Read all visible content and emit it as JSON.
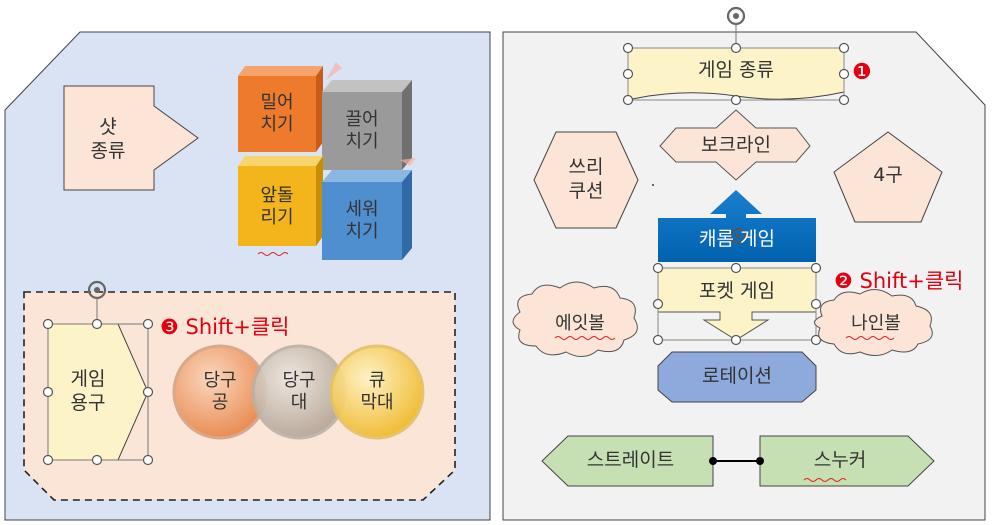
{
  "left_panel": {
    "shot_types": "샷\n종류",
    "cubes": [
      {
        "label": "밀어\n치기",
        "color": "#ee7a2c"
      },
      {
        "label": "끌어\n치기",
        "color": "#9a9a9a"
      },
      {
        "label": "앞돌\n리기",
        "color": "#f3b51b"
      },
      {
        "label": "세워\n치기",
        "color": "#4f8fcf"
      }
    ],
    "game_tools": "게임\n용구",
    "circles": [
      {
        "label": "당구\n공",
        "color": "#f0a070"
      },
      {
        "label": "당구\n대",
        "color": "#c8b8ac"
      },
      {
        "label": "큐\n막대",
        "color": "#f5cf55"
      }
    ],
    "marker3": "❸ Shift+클릭"
  },
  "right_panel": {
    "game_types": "게임 종류",
    "marker1": "❶",
    "boklain": "보크라인",
    "three_cushion": "쓰리\n쿠션",
    "four_ball": "4구",
    "carom": "캐롬 게임",
    "pocket": "포켓 게임",
    "marker2": "❷ Shift+클릭",
    "eight_ball": "에잇볼",
    "nine_ball": "나인볼",
    "rotation": "로테이션",
    "straight": "스트레이트",
    "snooker": "스누커"
  },
  "colors": {
    "left_bg": "#dae3f3",
    "right_bg": "#f2f2f2",
    "accent_blue": "#0070c0",
    "marker_red": "#e3000f"
  }
}
